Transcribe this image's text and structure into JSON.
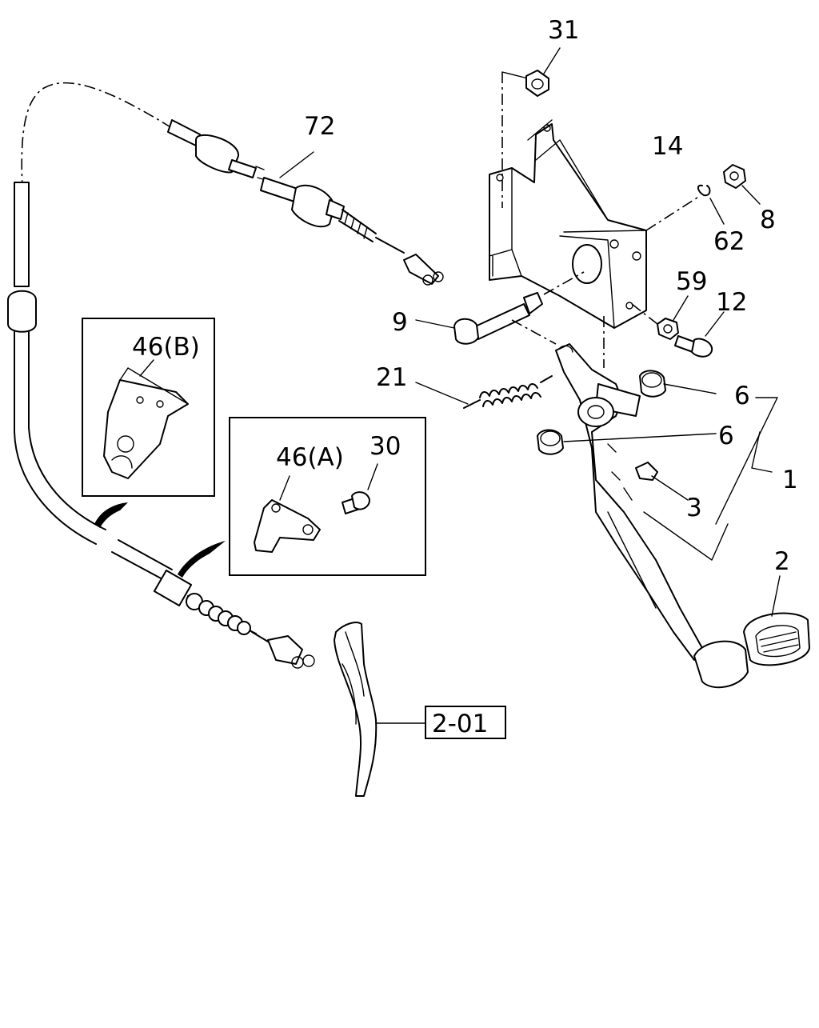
{
  "callouts": {
    "c31": "31",
    "c72": "72",
    "c14": "14",
    "c8": "8",
    "c62": "62",
    "c59": "59",
    "c12": "12",
    "c9": "9",
    "c21": "21",
    "c6a": "6",
    "c6b": "6",
    "c1": "1",
    "c3": "3",
    "c2": "2",
    "c46b": "46(B)",
    "c46a": "46(A)",
    "c30": "30"
  },
  "reference_box": "2-01"
}
